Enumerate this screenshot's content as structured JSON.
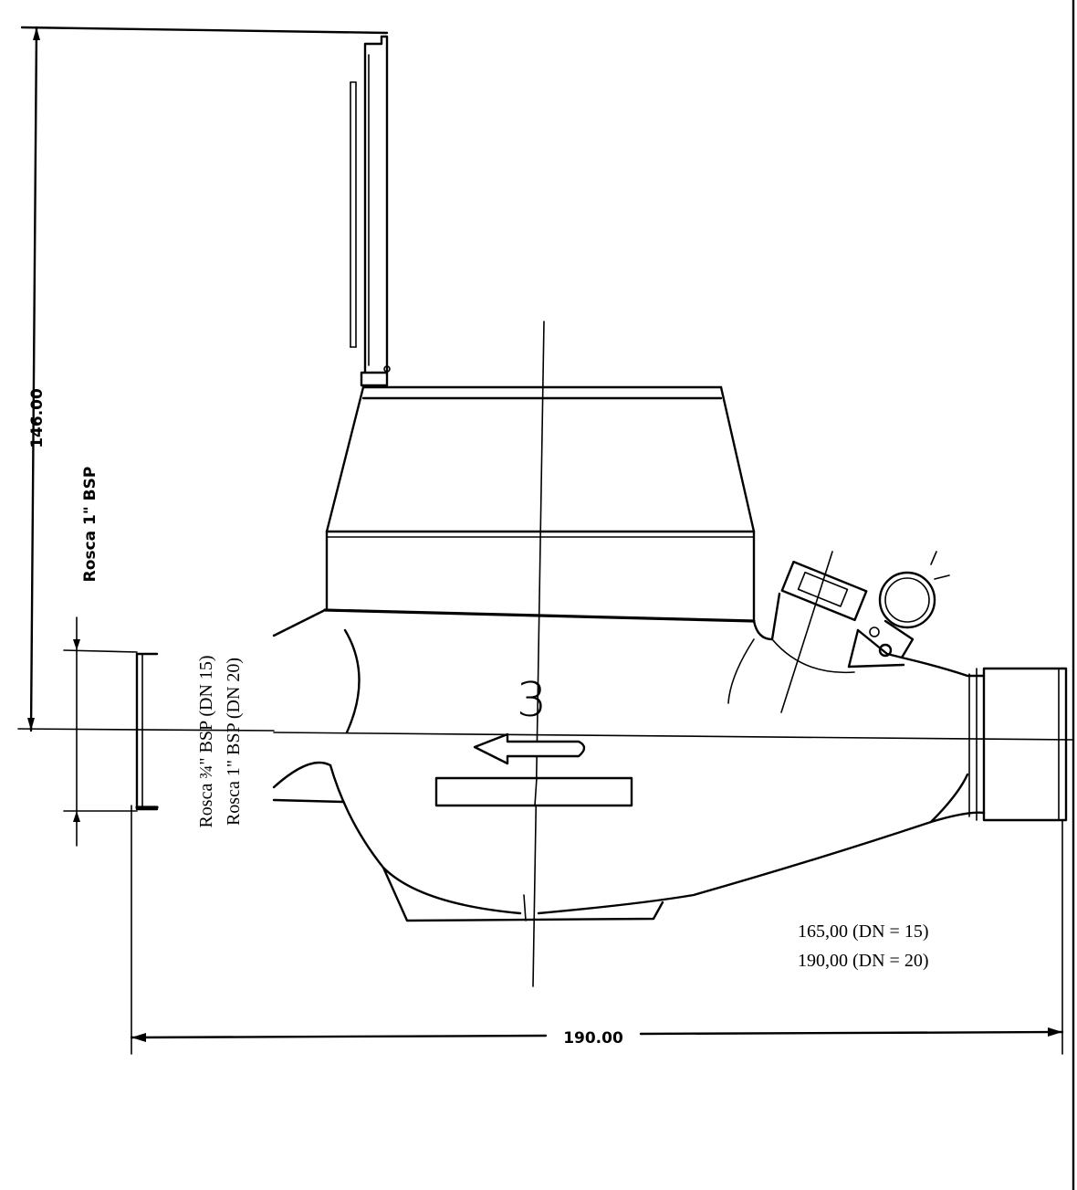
{
  "dimensions": {
    "height_label": "146.00",
    "length_label": "190.00"
  },
  "thread_labels": {
    "vertical_bold": "Rosca  1\"  BSP",
    "line1": "Rosca ¾\" BSP (DN 15)",
    "line2": "Rosca 1\" BSP (DN 20)"
  },
  "callout": "3",
  "length_notes": [
    "165,00 (DN = 15)",
    "190,00 (DN = 20)"
  ]
}
